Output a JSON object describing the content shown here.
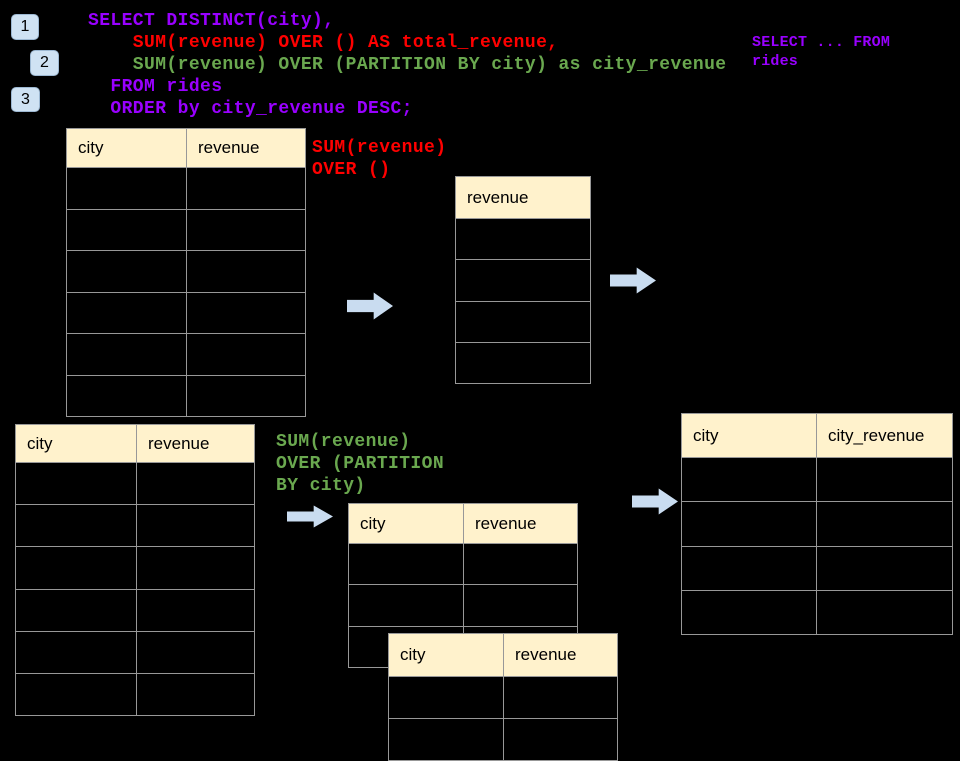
{
  "slide": {
    "background": "#000000"
  },
  "colors": {
    "slide_bg": "#000000",
    "purple": "#9900ff",
    "red": "#ff0000",
    "green": "#6aa84f",
    "cream": "#fff2cc",
    "badge_blue": "#cfe2f3",
    "arrow_blue": "#c9dcf0",
    "border_gray": "#989898"
  },
  "badges": [
    {
      "label": "1"
    },
    {
      "label": "2"
    },
    {
      "label": "3"
    }
  ],
  "sql_code": {
    "lines": [
      {
        "text": "SELECT DISTINCT(city),",
        "color": "purple"
      },
      {
        "text": "    SUM(revenue) OVER () AS total_revenue,",
        "color": "red"
      },
      {
        "text": "    SUM(revenue) OVER (PARTITION BY city) as city_revenue",
        "color": "green"
      },
      {
        "text": "  FROM rides",
        "color": "purple"
      },
      {
        "text": "  ORDER by city_revenue DESC;",
        "color": "purple"
      }
    ]
  },
  "side_note": {
    "color": "purple",
    "lines": [
      {
        "text": "SELECT ... FROM"
      },
      {
        "text": "rides"
      }
    ]
  },
  "annotation_total": {
    "color": "red",
    "lines": [
      {
        "text": "SUM(revenue)"
      },
      {
        "text": "OVER ()"
      }
    ]
  },
  "annotation_partition": {
    "color": "green",
    "lines": [
      {
        "text": "SUM(revenue)"
      },
      {
        "text": "OVER (PARTITION"
      },
      {
        "text": "BY city)"
      }
    ]
  },
  "tables": {
    "source_top": {
      "headers": [
        "city",
        "revenue"
      ],
      "body_rows": 6
    },
    "revenue_only": {
      "headers": [
        "revenue"
      ],
      "body_rows": 4
    },
    "source_bottom": {
      "headers": [
        "city",
        "revenue"
      ],
      "body_rows": 6
    },
    "partition_back": {
      "headers": [
        "city",
        "revenue"
      ],
      "body_rows": 3
    },
    "partition_front": {
      "headers": [
        "city",
        "revenue"
      ],
      "body_rows": 2
    },
    "result_right": {
      "headers": [
        "city",
        "city_revenue"
      ],
      "body_rows": 4
    }
  },
  "icons": {
    "flow_arrows": [
      "arrow-right-icon",
      "arrow-right-icon",
      "arrow-right-icon",
      "arrow-right-icon"
    ]
  }
}
